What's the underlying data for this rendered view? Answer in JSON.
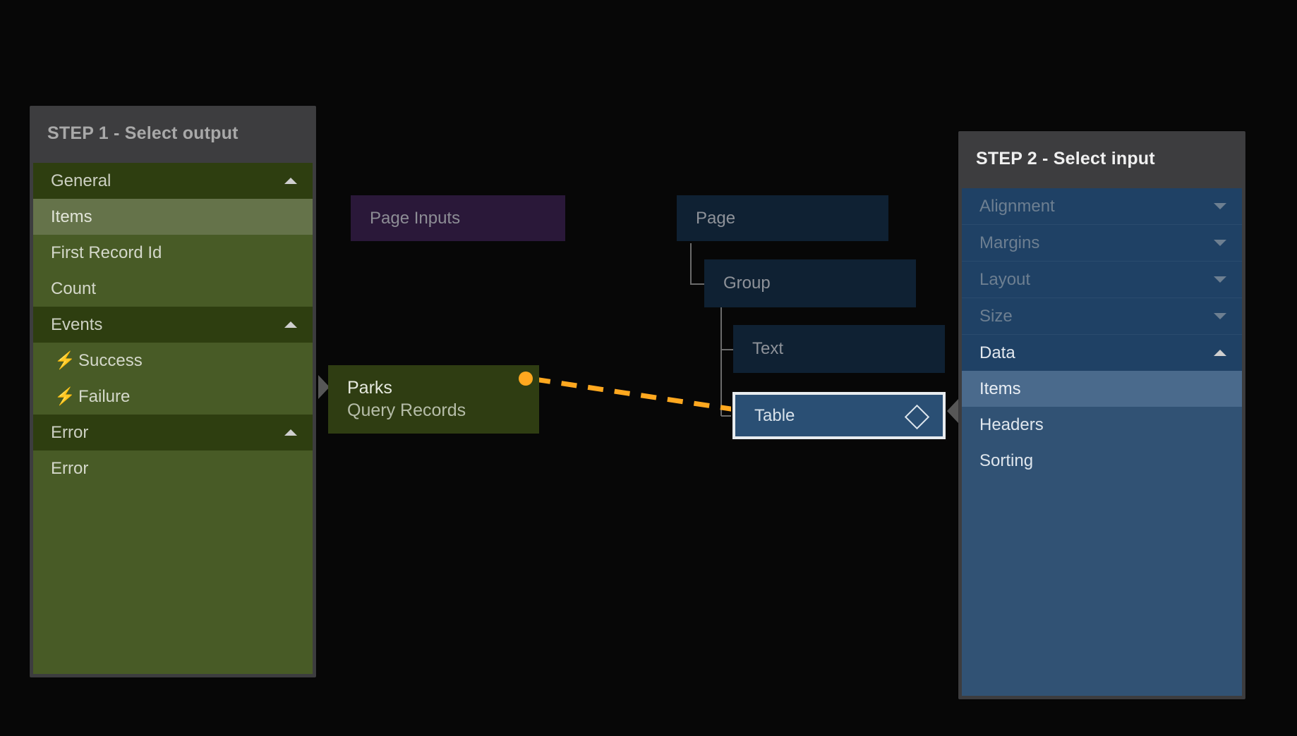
{
  "canvas": {
    "background": "#070707"
  },
  "colors": {
    "accent_orange": "#ffa81f",
    "green_section": "#2e3e10",
    "green_item": "#485b26",
    "green_item_selected": "#65734a",
    "blue_section": "#1f4165",
    "blue_item": "#315274",
    "blue_item_selected": "#4a6a8c",
    "panel_header": "#3d3d3f",
    "selected_node_border": "#e8ecef"
  },
  "left_panel": {
    "title": "STEP 1 - Select output",
    "rows": [
      {
        "label": "General",
        "kind": "section",
        "caret": "up",
        "selected": false,
        "icon": ""
      },
      {
        "label": "Items",
        "kind": "item",
        "caret": "",
        "selected": true,
        "icon": ""
      },
      {
        "label": "First Record Id",
        "kind": "item",
        "caret": "",
        "selected": false,
        "icon": ""
      },
      {
        "label": "Count",
        "kind": "item",
        "caret": "",
        "selected": false,
        "icon": ""
      },
      {
        "label": "Events",
        "kind": "section",
        "caret": "up",
        "selected": false,
        "icon": ""
      },
      {
        "label": "Success",
        "kind": "item",
        "caret": "",
        "selected": false,
        "icon": "lightning-bolt-icon"
      },
      {
        "label": "Failure",
        "kind": "item",
        "caret": "",
        "selected": false,
        "icon": "lightning-bolt-icon"
      },
      {
        "label": "Error",
        "kind": "section",
        "caret": "up",
        "selected": false,
        "icon": ""
      },
      {
        "label": "Error",
        "kind": "item",
        "caret": "",
        "selected": false,
        "icon": ""
      }
    ]
  },
  "right_panel": {
    "title": "STEP 2 - Select input",
    "rows": [
      {
        "label": "Alignment",
        "kind": "section-dim",
        "caret": "down",
        "selected": false
      },
      {
        "label": "Margins",
        "kind": "section-dim",
        "caret": "down",
        "selected": false
      },
      {
        "label": "Layout",
        "kind": "section-dim",
        "caret": "down",
        "selected": false
      },
      {
        "label": "Size",
        "kind": "section-dim",
        "caret": "down",
        "selected": false
      },
      {
        "label": "Data",
        "kind": "section",
        "caret": "up",
        "selected": false
      },
      {
        "label": "Items",
        "kind": "item",
        "caret": "",
        "selected": true
      },
      {
        "label": "Headers",
        "kind": "item",
        "caret": "",
        "selected": false
      },
      {
        "label": "Sorting",
        "kind": "item",
        "caret": "",
        "selected": false
      }
    ]
  },
  "graph": {
    "page_inputs_node": {
      "label": "Page Inputs"
    },
    "source_node": {
      "title": "Parks",
      "subtitle": "Query Records"
    },
    "page_node": {
      "label": "Page"
    },
    "group_node": {
      "label": "Group"
    },
    "text_node": {
      "label": "Text"
    },
    "table_node": {
      "label": "Table",
      "badge_icon": "diamond-icon",
      "selected": true
    }
  },
  "connection": {
    "style": "dashed",
    "color": "#ffa81f",
    "direction": "source-to-target",
    "arrow_icon": "arrow-right-icon"
  }
}
